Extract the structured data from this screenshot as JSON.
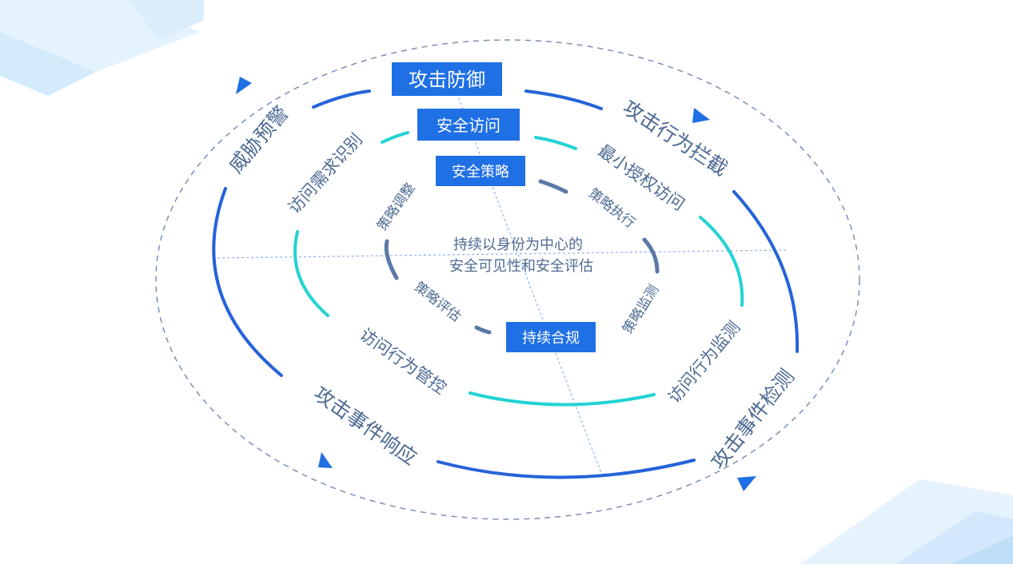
{
  "colors": {
    "outer_ring": "#2563d9",
    "middle_ring": "#22d3d3",
    "inner_ring": "#5b79a8",
    "box_fill": "#1f6fe5",
    "box_text": "#ffffff",
    "label_text": "#4d6a93",
    "dashed_ring": "#7a8fb5",
    "grid_line": "#8fb3e6",
    "corner_deco": "#cde8fb"
  },
  "boxes": {
    "outer": "攻击防御",
    "middle": "安全访问",
    "inner": "安全策略",
    "bottom": "持续合规"
  },
  "center": {
    "line1": "持续以身份为中心的",
    "line2": "安全可见性和安全评估"
  },
  "outer_labels": {
    "top_left": "威胁预警",
    "top_right": "攻击行为拦截",
    "bottom_right": "攻击事件检测",
    "bottom_left": "攻击事件响应"
  },
  "middle_labels": {
    "top_left": "访问需求识别",
    "top_right": "最小授权访问",
    "bottom_right": "访问行为监测",
    "bottom_left": "访问行为管控"
  },
  "inner_labels": {
    "top_left": "策略调整",
    "top_right": "策略执行",
    "bottom_right": "策略监测",
    "bottom_left": "策略评估"
  }
}
